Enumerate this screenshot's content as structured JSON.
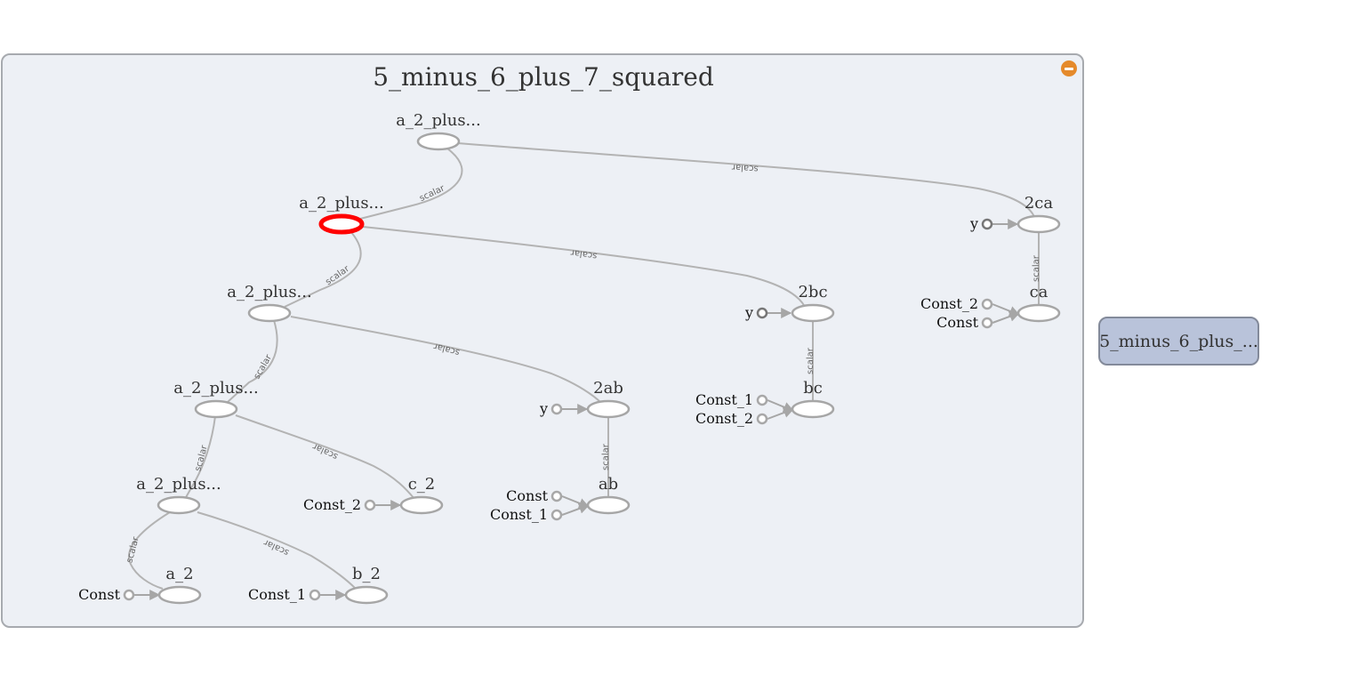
{
  "graph": {
    "title": "5_minus_6_plus_7_squared",
    "collapse_icon": "minus-circle-icon",
    "colors": {
      "selected_outline": "#ff0000",
      "collapse_button": "#e58a2b",
      "side_node_fill": "#b9c3da",
      "panel_fill": "#edf0f5"
    },
    "side_node_label": "5_minus_6_plus_...",
    "nodes": [
      {
        "id": "n_top",
        "label": "a_2_plus...",
        "selected": false
      },
      {
        "id": "n_sel",
        "label": "a_2_plus...",
        "selected": true
      },
      {
        "id": "n_mid",
        "label": "a_2_plus...",
        "selected": false
      },
      {
        "id": "n_low",
        "label": "a_2_plus...",
        "selected": false
      },
      {
        "id": "n_bot",
        "label": "a_2_plus...",
        "selected": false
      },
      {
        "id": "n_a2",
        "label": "a_2",
        "selected": false
      },
      {
        "id": "n_b2",
        "label": "b_2",
        "selected": false
      },
      {
        "id": "n_c2",
        "label": "c_2",
        "selected": false
      },
      {
        "id": "n_2ab",
        "label": "2ab",
        "selected": false
      },
      {
        "id": "n_ab",
        "label": "ab",
        "selected": false
      },
      {
        "id": "n_2bc",
        "label": "2bc",
        "selected": false
      },
      {
        "id": "n_bc",
        "label": "bc",
        "selected": false
      },
      {
        "id": "n_2ca",
        "label": "2ca",
        "selected": false
      },
      {
        "id": "n_ca",
        "label": "ca",
        "selected": false
      }
    ],
    "edges": [
      {
        "from": "n_top",
        "to": "n_sel",
        "label": "scalar"
      },
      {
        "from": "n_top",
        "to": "n_2ca",
        "label": "scalar"
      },
      {
        "from": "n_sel",
        "to": "n_mid",
        "label": "scalar"
      },
      {
        "from": "n_sel",
        "to": "n_2bc",
        "label": "scalar"
      },
      {
        "from": "n_mid",
        "to": "n_low",
        "label": "scalar"
      },
      {
        "from": "n_mid",
        "to": "n_2ab",
        "label": "scalar"
      },
      {
        "from": "n_low",
        "to": "n_bot",
        "label": "scalar"
      },
      {
        "from": "n_low",
        "to": "n_c2",
        "label": "scalar"
      },
      {
        "from": "n_bot",
        "to": "n_a2",
        "label": "scalar"
      },
      {
        "from": "n_bot",
        "to": "n_b2",
        "label": "scalar"
      },
      {
        "from": "n_2ab",
        "to": "n_ab",
        "label": "scalar"
      },
      {
        "from": "n_2bc",
        "to": "n_bc",
        "label": "scalar"
      },
      {
        "from": "n_2ca",
        "to": "n_ca",
        "label": "scalar"
      }
    ],
    "inputs": [
      {
        "node": "n_2ca",
        "label": "y"
      },
      {
        "node": "n_2bc",
        "label": "y"
      },
      {
        "node": "n_2ab",
        "label": "y"
      },
      {
        "node": "n_ca",
        "label": "Const_2"
      },
      {
        "node": "n_ca",
        "label": "Const"
      },
      {
        "node": "n_bc",
        "label": "Const_1"
      },
      {
        "node": "n_bc",
        "label": "Const_2"
      },
      {
        "node": "n_ab",
        "label": "Const"
      },
      {
        "node": "n_ab",
        "label": "Const_1"
      },
      {
        "node": "n_c2",
        "label": "Const_2"
      },
      {
        "node": "n_a2",
        "label": "Const"
      },
      {
        "node": "n_b2",
        "label": "Const_1"
      }
    ]
  }
}
